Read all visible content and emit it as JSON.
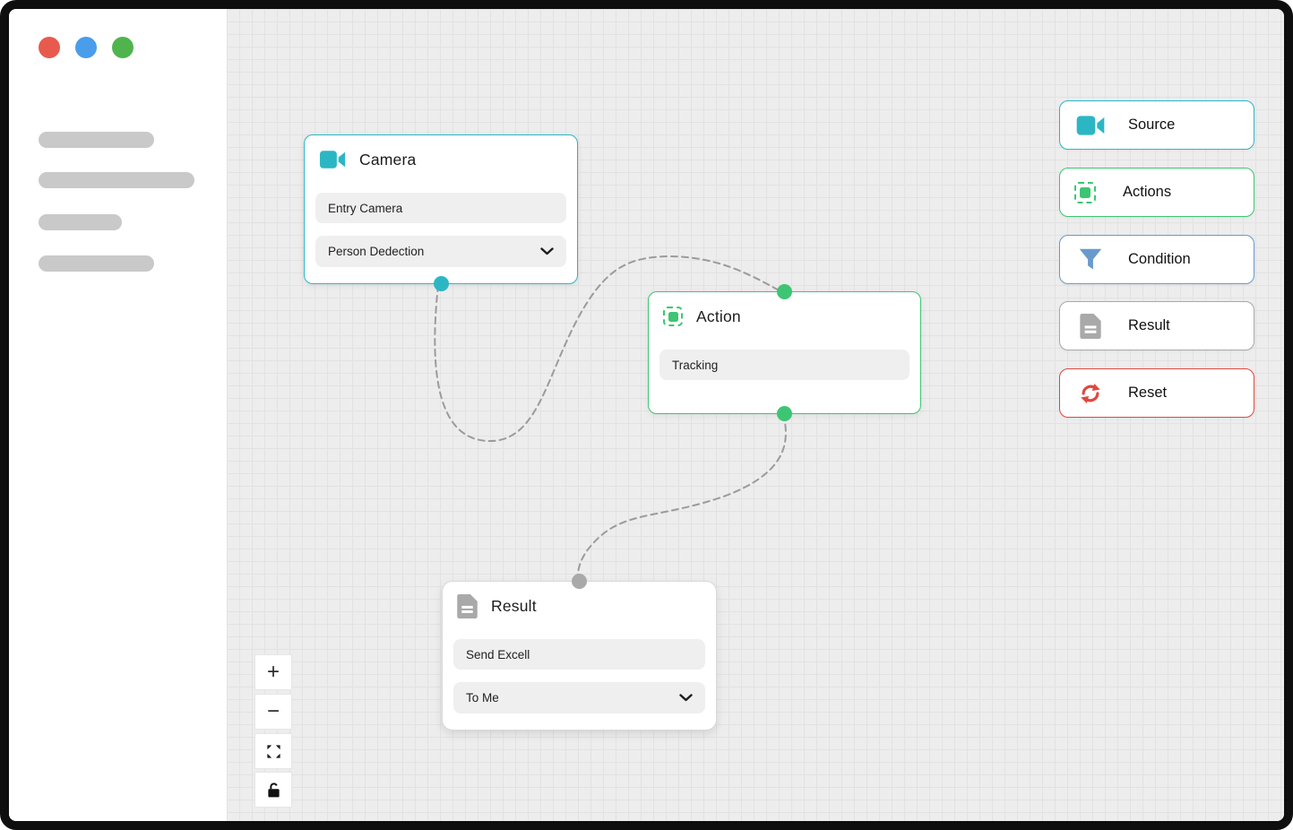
{
  "colors": {
    "teal": "#2cb6c4",
    "green": "#3ec573",
    "blue": "#699ace",
    "gray": "#a9a9a9",
    "red": "#e0473f",
    "traffic_red": "#e85a4e",
    "traffic_blue": "#4a9deb",
    "traffic_green": "#50b44e",
    "wire_gray": "#9b9b9b",
    "canvas_bg": "#ededed"
  },
  "canvas": {
    "nodes": {
      "camera": {
        "title": "Camera",
        "icon": "videocam-icon",
        "accent": "#2cb6c4",
        "field_value": "Entry Camera",
        "dropdown_value": "Person Dedection"
      },
      "action": {
        "title": "Action",
        "icon": "actions-icon",
        "accent": "#3ec573",
        "field_value": "Tracking"
      },
      "result": {
        "title": "Result",
        "icon": "document-icon",
        "accent": "#a9a9a9",
        "field_value": "Send Excell",
        "dropdown_value": "To Me"
      }
    },
    "controls": {
      "zoom_in": "+",
      "zoom_out": "−"
    }
  },
  "palette": {
    "source": {
      "label": "Source",
      "accent": "#2cb6c4",
      "icon": "videocam-icon"
    },
    "actions": {
      "label": "Actions",
      "accent": "#3ec573",
      "icon": "actions-icon"
    },
    "condition": {
      "label": "Condition",
      "accent": "#699ace",
      "icon": "filter-icon"
    },
    "result": {
      "label": "Result",
      "accent": "#a9a9a9",
      "icon": "document-icon"
    },
    "reset": {
      "label": "Reset",
      "accent": "#e0473f",
      "icon": "reset-icon"
    }
  }
}
